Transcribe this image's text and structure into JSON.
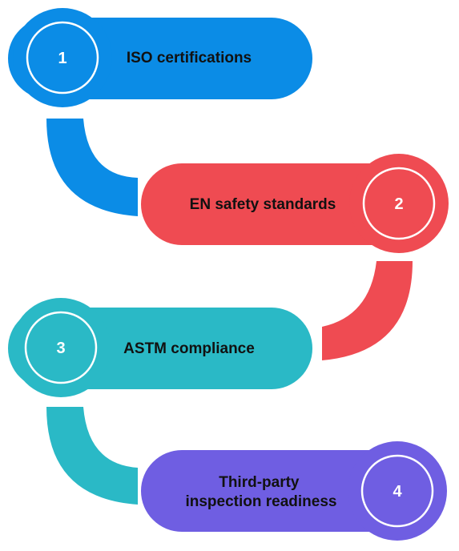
{
  "steps": [
    {
      "number": "1",
      "label": [
        "ISO certifications"
      ],
      "color": "#0b8ce6"
    },
    {
      "number": "2",
      "label": [
        "EN safety standards"
      ],
      "color": "#ef4b52"
    },
    {
      "number": "3",
      "label": [
        "ASTM compliance"
      ],
      "color": "#2ab9c6"
    },
    {
      "number": "4",
      "label": [
        "Third-party",
        "inspection readiness"
      ],
      "color": "#6f5ee2"
    }
  ]
}
